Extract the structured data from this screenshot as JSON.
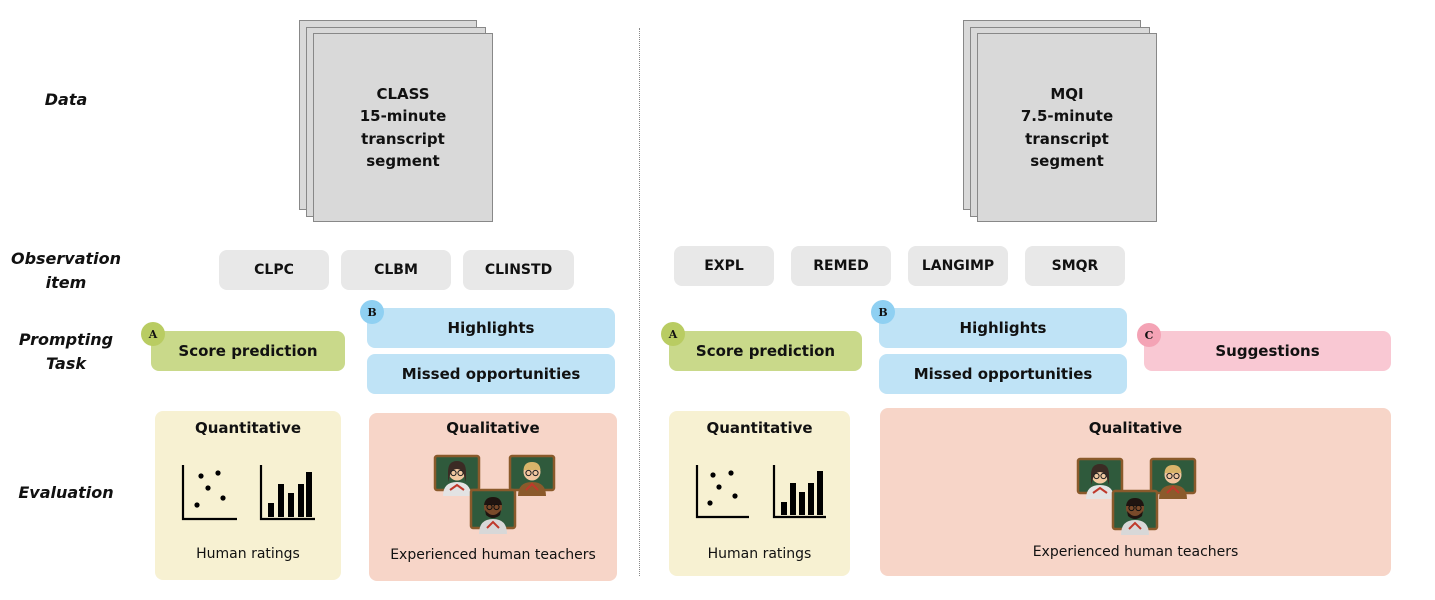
{
  "row_labels": {
    "data": "Data",
    "observation_line1": "Observation",
    "observation_line2": "item",
    "prompting_line1": "Prompting",
    "prompting_line2": "Task",
    "evaluation": "Evaluation"
  },
  "class_panel": {
    "document": "CLASS\n15-minute\ntranscript\nsegment",
    "items": [
      "CLPC",
      "CLBM",
      "CLINSTD"
    ],
    "badge_a": "A",
    "badge_b": "B",
    "score_prediction": "Score prediction",
    "highlights": "Highlights",
    "missed_opportunities": "Missed opportunities",
    "quant_title": "Quantitative",
    "quant_caption": "Human ratings",
    "qual_title": "Qualitative",
    "qual_caption": "Experienced human teachers"
  },
  "mqi_panel": {
    "document": "MQI\n7.5-minute\ntranscript\nsegment",
    "items": [
      "EXPL",
      "REMED",
      "LANGIMP",
      "SMQR"
    ],
    "badge_a": "A",
    "badge_b": "B",
    "badge_c": "C",
    "score_prediction": "Score prediction",
    "highlights": "Highlights",
    "missed_opportunities": "Missed opportunities",
    "suggestions": "Suggestions",
    "quant_title": "Quantitative",
    "quant_caption": "Human ratings",
    "qual_title": "Qualitative",
    "qual_caption": "Experienced human teachers"
  },
  "icons": {
    "scatter": "scatter-plot-icon",
    "bar": "bar-chart-icon",
    "teacher": "teacher-at-chalkboard-icon"
  },
  "colors": {
    "green": "#c9d98a",
    "blue": "#bfe3f6",
    "pink": "#f9c8d3",
    "quant_card": "#f7f1d2",
    "qual_card": "#f7d5c8",
    "item_pill": "#e8e8e8",
    "document": "#d9d9d9"
  }
}
